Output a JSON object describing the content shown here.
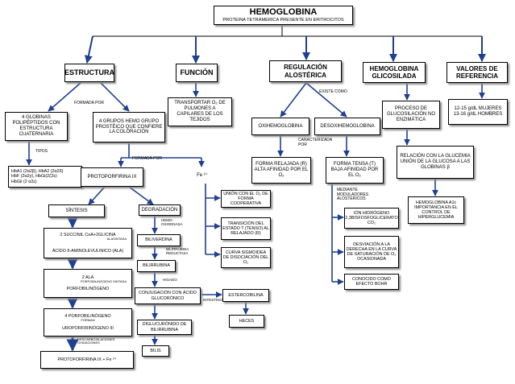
{
  "title": "HEMOGLOBINA",
  "subtitle": "PROTEINA TETRAMERICA PRESENTE EN ERITROCITOS",
  "headers": {
    "estructura": "ESTRUCTURA",
    "funcion": "FUNCIÓN",
    "regulacion": "REGULACIÓN ALOSTÉRICA",
    "glicosilada": "HEMOGLOBINA GLICOSILADA",
    "referencia": "VALORES DE REFERENCIA"
  },
  "estructura": {
    "formada_por": "FORMADA POR",
    "globinas": "4 GLOBINAS POLIPÉPTIDOS CON ESTRUCTURA CUATERNARIA",
    "grupos_hemo": "4 GRUPOS HEMO GRUPO PROSTÉICO QUE CONFIERE LA COLORACIÓN",
    "tipos": "TIPOS",
    "tipos_lines": [
      "HbA1 (2α2β), HbA2 (2α2δ)",
      "HbF (2α2γ), HbGi(2ζ2ε)",
      "HbGii (2 α2ε)"
    ],
    "formada_por_2": "FORMADA POR",
    "protoporfirina": "PROTOPORFIRINA IX",
    "fe": "Fe ²⁺"
  },
  "sintesis": {
    "title": "SÍNTESIS",
    "step1": "2 SUCCINIL CoA+2GLICINA",
    "enzyme1": "ALASINTASA",
    "step1b": "ÁCIDO δ-AMINOLEVULINICO (ALA)",
    "step2": "2 ALA",
    "enzyme2": "PORFOBILINÓGENO SINTASA",
    "step2b": "PORFOBILINÓGENO",
    "step3": "4 PORFOBILINÓGENO",
    "enzyme3": "FORMAN",
    "step3b": "UROPORFIRINÓGENO III",
    "enzyme4": "DESCARBOXILACIONES OXIDACIONES",
    "step4": "PROTOFORFIRINA IX + Fe ²⁺"
  },
  "degradacion": {
    "title": "DEGRADACIÓN",
    "enzyme1": "HEMO-OXIGENASA",
    "biliverdina": "BILIVERDINA",
    "enzyme2": "BILIRRUBINA REDUCTASA",
    "bilirrubina": "BILIRRUBINA",
    "higado": "HIGADO",
    "conjugacion": "CONJUGACIÓN CON ÁCIDO GLUCORÓNICO",
    "intestino": "INTESTINO",
    "estercobilina": "ESTERCOBILINA",
    "heces": "HECES",
    "diglucuronido": "DIGLUCURÓNIDO DE BILIRRUBINA",
    "bilis": "BILIS"
  },
  "fe_boxes": [
    "UNIÓN CON EL O₂ DE FORMA COOPERATIVA",
    "TRANSICIÓN DEL ESTADO T (TENSO) AL RELAJADO (R)",
    "CURVA SIGMOIDEA DE DISOCIACIÓN DEL O₂"
  ],
  "funcion": {
    "text": "TRANSPORTAR O₂ DE PULMONES A CAPILARES DE LOS TEJIDOS"
  },
  "regulacion": {
    "existe_como": "EXISTE COMO",
    "oxi": "OXIHEMOGLOBINA",
    "desoxi": "DESOXIHEMOGLOBINA",
    "caracterizada": "CARACTERIZADA POR",
    "forma_r": "FORMA RELAJADA (R) ALTA AFINIDAD POR EL O₂",
    "forma_t": "FORMA TENSA (T) BAJA AFINIDAD POR EL O₂",
    "moduladores": "MEDIANTE MODULADORES ALOSTERICOS",
    "mod1": "IÓN HIDRÓGENO 2,3BISFOSFOGLICERATO CO₂",
    "mod2": "DESVIACIÓN A LA DERECHA EN LA CURVA DE SATURACIÓN DE O₂ OCASIONADA",
    "mod3": "CONOCIDO COMO EFECTO BOHR"
  },
  "glicosilada": {
    "proceso": "PROCESO DE GLUCOSILACIÓN NO ENZIMÁTICA",
    "relacion": "RELACIÓN CON LA GLUCEMIA UNIÓN DE LA GLUCOSA A LAS GLOBINAS β",
    "a1c": "HEMOGLOBINA A1c IMPORTANCIA EN EL CONTROL DE HIPERGLUCEMIA"
  },
  "referencia": {
    "text1": "12-15 g/dL MUJERES",
    "text2": "13-16 g/dL HOMBRES"
  }
}
